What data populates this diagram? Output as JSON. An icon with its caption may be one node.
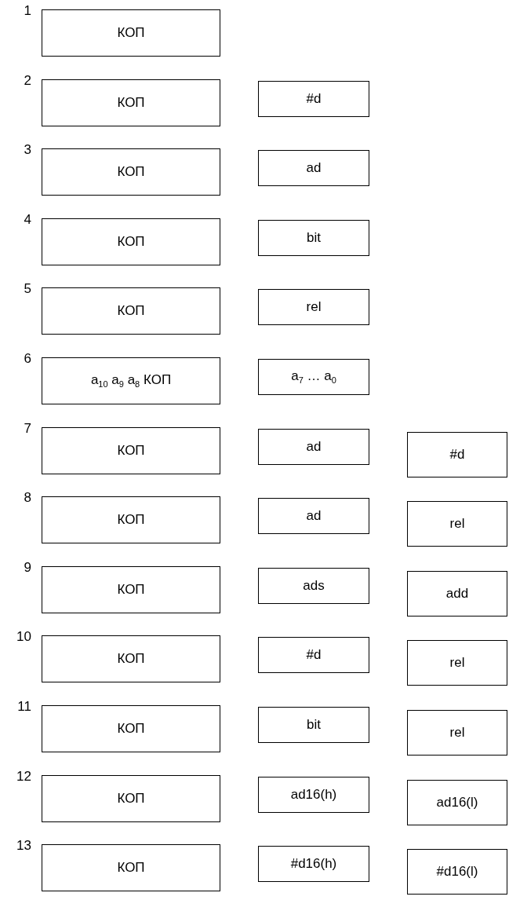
{
  "diagram": {
    "nodes": [
      {
        "text": [
          "КОП"
        ],
        "beside": [
          "1"
        ]
      },
      {
        "text": [
          "КОП"
        ],
        "beside": [
          "2"
        ]
      },
      {
        "text": [
          "#d"
        ]
      },
      {
        "text": [
          "КОП"
        ],
        "beside": [
          "3"
        ]
      },
      {
        "text": [
          "ad"
        ]
      },
      {
        "text": [
          "КОП"
        ],
        "beside": [
          "4"
        ]
      },
      {
        "text": [
          "bit"
        ]
      },
      {
        "text": [
          "КОП"
        ],
        "beside": [
          "5"
        ]
      },
      {
        "text": [
          "rel"
        ]
      },
      {
        "text": [
          "a$_{10}$ a$_{9}$ a$_{8}$ КОП"
        ],
        "beside": [
          "6"
        ]
      },
      {
        "text": [
          "a$_{7}$  … a$_{0}$"
        ]
      },
      {
        "text": [
          "КОП"
        ],
        "beside": [
          "7"
        ]
      },
      {
        "text": [
          "ad"
        ]
      },
      {
        "text": [
          "#d"
        ]
      },
      {
        "text": [
          "КОП"
        ],
        "beside": [
          "8"
        ]
      },
      {
        "text": [
          "ad"
        ]
      },
      {
        "text": [
          "rel"
        ]
      },
      {
        "text": [
          "КОП"
        ],
        "beside": [
          "9"
        ]
      },
      {
        "text": [
          "ads"
        ]
      },
      {
        "text": [
          "add"
        ]
      },
      {
        "text": [
          "КОП"
        ],
        "beside": [
          "10"
        ]
      },
      {
        "text": [
          "#d"
        ]
      },
      {
        "text": [
          "rel"
        ]
      },
      {
        "text": [
          "КОП"
        ],
        "beside": [
          "11"
        ]
      },
      {
        "text": [
          "bit"
        ]
      },
      {
        "text": [
          "rel"
        ]
      },
      {
        "text": [
          "КОП"
        ],
        "beside": [
          "12"
        ]
      },
      {
        "text": [
          "ad16(h)"
        ]
      },
      {
        "text": [
          "ad16(l)"
        ]
      },
      {
        "text": [
          "КОП"
        ],
        "beside": [
          "13"
        ]
      },
      {
        "text": [
          "#d16(h)"
        ]
      },
      {
        "text": [
          "#d16(l)"
        ]
      }
    ]
  }
}
